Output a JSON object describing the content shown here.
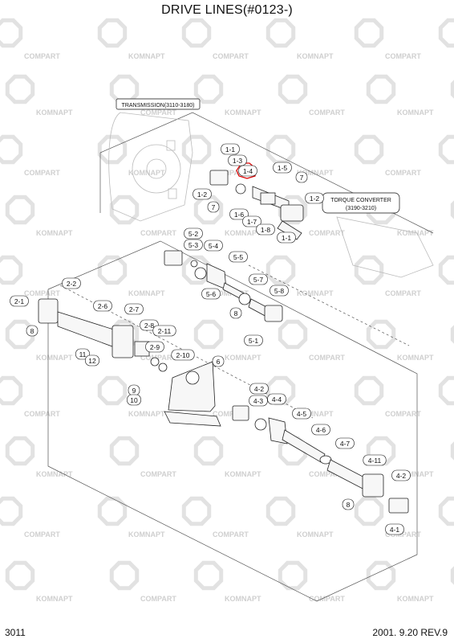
{
  "header": {
    "title": "DRIVE LINES(#0123-)"
  },
  "footer": {
    "page_code": "3011",
    "revision": "2001. 9.20  REV.9"
  },
  "labels": {
    "transmission": "TRANSMISSION(3110-3180)",
    "torque_converter_line1": "TORQUE CONVERTER",
    "torque_converter_line2": "(3190-3210)"
  },
  "watermark": {
    "brand_a": "COMPART",
    "brand_b": "KOMNAPT"
  },
  "callouts": {
    "c1_1a": "1-1",
    "c1_3": "1-3",
    "c1_4": "1-4",
    "c1_5": "1-5",
    "c7a": "7",
    "c1_2a": "1-2",
    "c7b": "7",
    "c1_2b": "1-2",
    "c1_6": "1-6",
    "c1_7": "1-7",
    "c1_8": "1-8",
    "c1_1b": "1-1",
    "c5_2": "5-2",
    "c5_4": "5-4",
    "c5_3": "5-3",
    "c5_5": "5-5",
    "c5_7": "5-7",
    "c5_6": "5-6",
    "c5_8": "5-8",
    "c8a": "8",
    "c2_2a": "2-2",
    "c2_1": "2-1",
    "c2_6": "2-6",
    "c2_7": "2-7",
    "c8b": "8",
    "c2_8": "2-8",
    "c2_11": "2-11",
    "c5_1": "5-1",
    "c11": "11",
    "c12": "12",
    "c2_9": "2-9",
    "c2_10": "2-10",
    "c6": "6",
    "c9": "9",
    "c10": "10",
    "c4_2a": "4-2",
    "c4_3": "4-3",
    "c4_4": "4-4",
    "c4_5": "4-5",
    "c4_6": "4-6",
    "c4_7": "4-7",
    "c4_11": "4-11",
    "c4_2b": "4-2",
    "c8c": "8",
    "c4_1": "4-1"
  }
}
